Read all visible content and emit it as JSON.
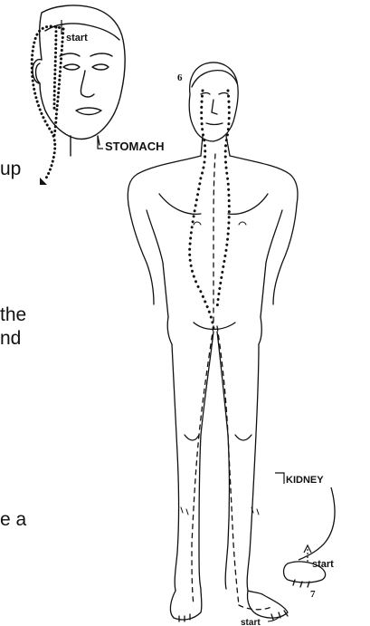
{
  "labels": {
    "start_face": "start",
    "stomach": "STOMACH",
    "number_6": "6",
    "kidney": "KIDNEY",
    "start_leg": "start",
    "number_7": "7",
    "start_foot": "start"
  },
  "cropped_text": {
    "fragment_up": "up",
    "fragment_the": "the",
    "fragment_nd": "nd",
    "fragment_ea": "e a"
  },
  "colors": {
    "ink": "#111111",
    "background": "#ffffff"
  }
}
